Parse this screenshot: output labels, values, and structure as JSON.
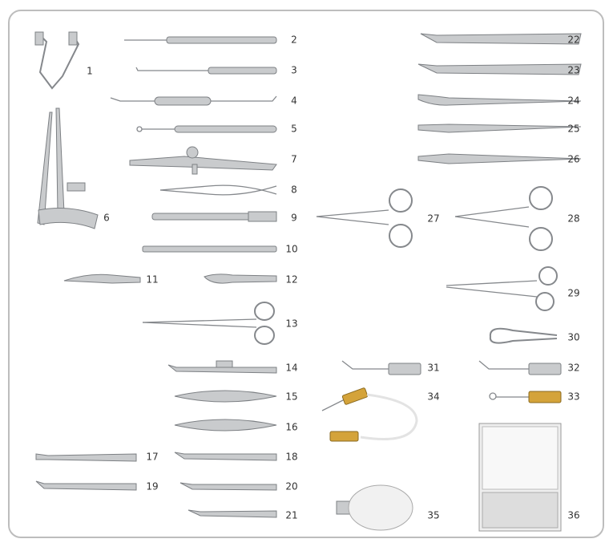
{
  "labels": [
    "1",
    "2",
    "3",
    "4",
    "5",
    "6",
    "7",
    "8",
    "9",
    "10",
    "11",
    "12",
    "13",
    "14",
    "15",
    "16",
    "17",
    "18",
    "19",
    "20",
    "21",
    "22",
    "23",
    "24",
    "25",
    "26",
    "27",
    "28",
    "29",
    "30",
    "31",
    "32",
    "33",
    "34",
    "35",
    "36"
  ],
  "colors": {
    "border": "#bdbdbd",
    "steel": "#c9cbcd",
    "gold": "#d4a33a",
    "text": "#333333"
  }
}
